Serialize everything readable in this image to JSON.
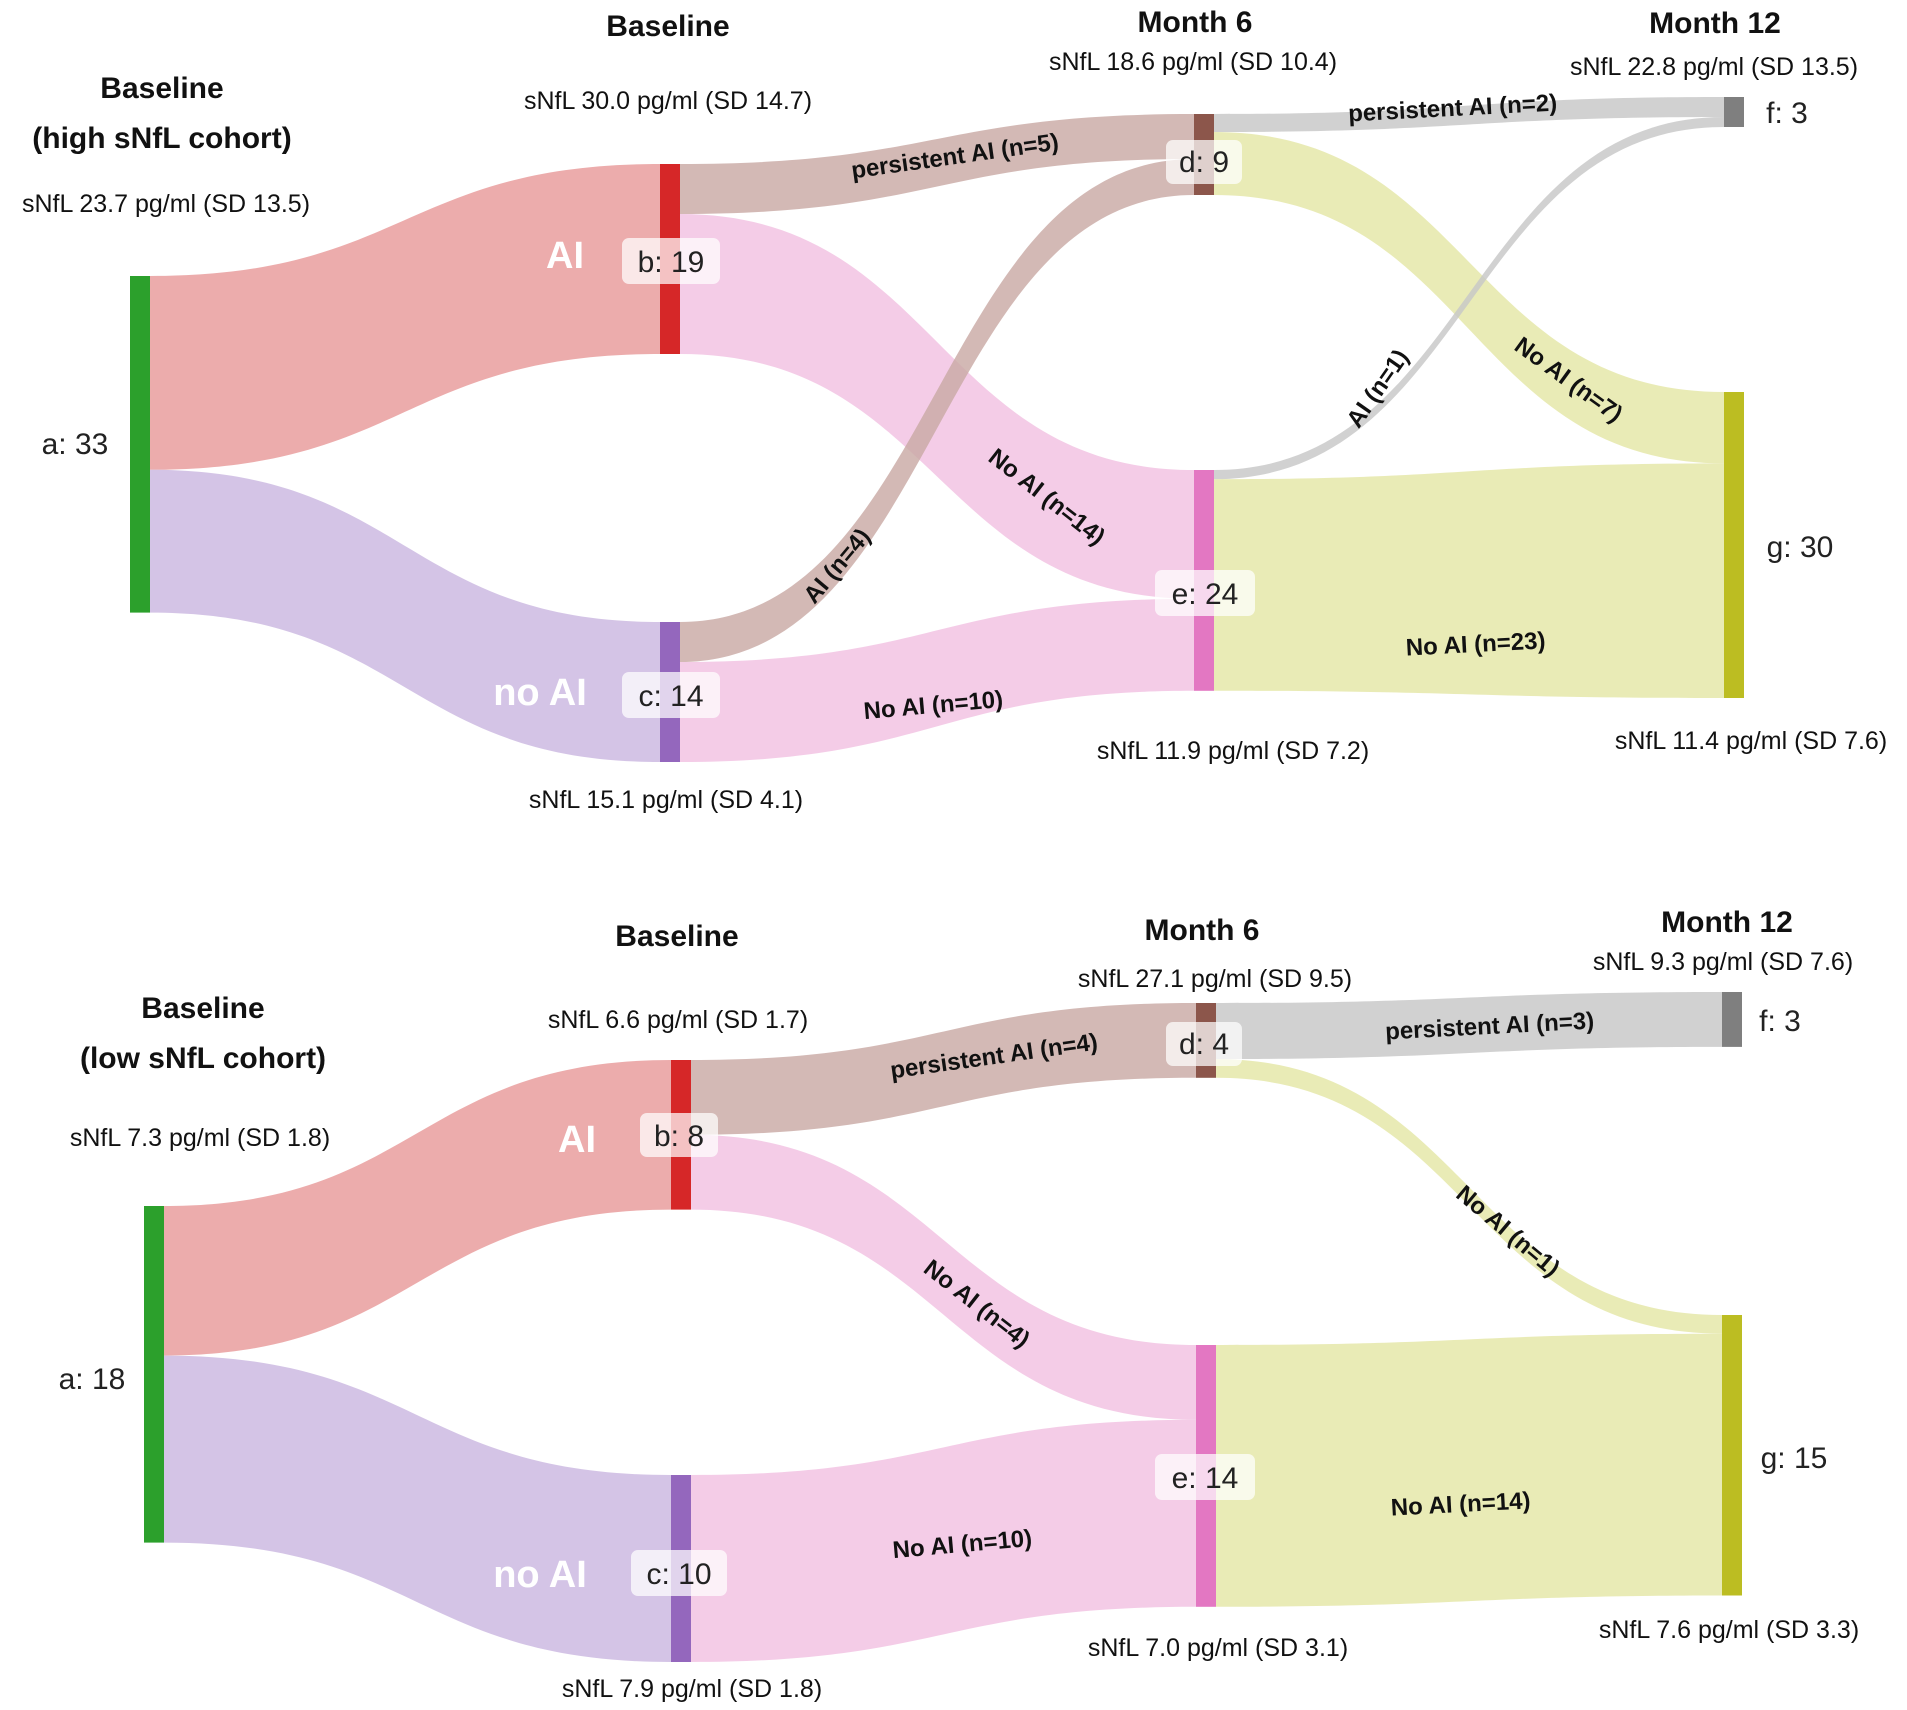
{
  "diagrams": [
    {
      "cohort_heading": [
        "Baseline",
        "(high sNfL cohort)"
      ],
      "cohort_stat": "sNfL 23.7 pg/ml (SD 13.5)",
      "stages": {
        "baseline": {
          "title": "Baseline",
          "stat_ai": "sNfL 30.0 pg/ml (SD 14.7)",
          "stat_noai": "sNfL 15.1 pg/ml (SD 4.1)"
        },
        "month6": {
          "title": "Month 6",
          "stat_ai": "sNfL 18.6 pg/ml (SD 10.4)",
          "stat_noai": "sNfL 11.9 pg/ml (SD 7.2)"
        },
        "month12": {
          "title": "Month 12",
          "stat_ai": "sNfL 22.8 pg/ml (SD 13.5)",
          "stat_noai": "sNfL 11.4 pg/ml (SD 7.6)"
        }
      },
      "nodes": {
        "a": "a: 33",
        "b": "b: 19",
        "c": "c: 14",
        "d": "d: 9",
        "e": "e: 24",
        "f": "f: 3",
        "g": "g: 30"
      },
      "node_values": {
        "a": 33,
        "b": 19,
        "c": 14,
        "d": 9,
        "e": 24,
        "f": 3,
        "g": 30
      },
      "group_labels": {
        "ai": "AI",
        "noai": "no AI"
      },
      "flows": [
        {
          "from": "a",
          "to": "b",
          "value": 19,
          "label": ""
        },
        {
          "from": "a",
          "to": "c",
          "value": 14,
          "label": ""
        },
        {
          "from": "b",
          "to": "d",
          "value": 5,
          "label": "persistent AI (n=5)"
        },
        {
          "from": "b",
          "to": "e",
          "value": 14,
          "label": "No AI (n=14)"
        },
        {
          "from": "c",
          "to": "d",
          "value": 4,
          "label": "AI (n=4)"
        },
        {
          "from": "c",
          "to": "e",
          "value": 10,
          "label": "No AI (n=10)"
        },
        {
          "from": "d",
          "to": "f",
          "value": 2,
          "label": "persistent AI (n=2)"
        },
        {
          "from": "d",
          "to": "g",
          "value": 7,
          "label": "No AI (n=7)"
        },
        {
          "from": "e",
          "to": "f",
          "value": 1,
          "label": "AI (n=1)"
        },
        {
          "from": "e",
          "to": "g",
          "value": 23,
          "label": "No AI (n=23)"
        }
      ]
    },
    {
      "cohort_heading": [
        "Baseline",
        "(low sNfL cohort)"
      ],
      "cohort_stat": "sNfL 7.3 pg/ml (SD 1.8)",
      "stages": {
        "baseline": {
          "title": "Baseline",
          "stat_ai": "sNfL 6.6 pg/ml (SD 1.7)",
          "stat_noai": "sNfL 7.9 pg/ml (SD 1.8)"
        },
        "month6": {
          "title": "Month 6",
          "stat_ai": "sNfL 27.1 pg/ml (SD 9.5)",
          "stat_noai": "sNfL 7.0 pg/ml (SD 3.1)"
        },
        "month12": {
          "title": "Month 12",
          "stat_ai": "sNfL 9.3 pg/ml (SD 7.6)",
          "stat_noai": "sNfL 7.6 pg/ml (SD 3.3)"
        }
      },
      "nodes": {
        "a": "a: 18",
        "b": "b: 8",
        "c": "c: 10",
        "d": "d: 4",
        "e": "e: 14",
        "f": "f: 3",
        "g": "g: 15"
      },
      "node_values": {
        "a": 18,
        "b": 8,
        "c": 10,
        "d": 4,
        "e": 14,
        "f": 3,
        "g": 15
      },
      "group_labels": {
        "ai": "AI",
        "noai": "no AI"
      },
      "flows": [
        {
          "from": "a",
          "to": "b",
          "value": 8,
          "label": ""
        },
        {
          "from": "a",
          "to": "c",
          "value": 10,
          "label": ""
        },
        {
          "from": "b",
          "to": "d",
          "value": 4,
          "label": "persistent AI (n=4)"
        },
        {
          "from": "b",
          "to": "e",
          "value": 4,
          "label": "No AI (n=4)"
        },
        {
          "from": "c",
          "to": "e",
          "value": 10,
          "label": "No AI (n=10)"
        },
        {
          "from": "d",
          "to": "f",
          "value": 3,
          "label": "persistent AI (n=3)"
        },
        {
          "from": "d",
          "to": "g",
          "value": 1,
          "label": "No AI (n=1)"
        },
        {
          "from": "e",
          "to": "g",
          "value": 14,
          "label": "No AI (n=14)"
        }
      ]
    }
  ],
  "colors": {
    "a": "#2ca02c",
    "b": "#d62728",
    "c": "#9467bd",
    "d": "#8c564b",
    "e": "#e377c2",
    "f": "#7f7f7f",
    "g": "#bcbd22",
    "flow_a_b": "#e89a9a",
    "flow_a_c": "#cbb7e0",
    "flow_ai6": "#c9aaa5",
    "flow_noai6": "#f2c1e2",
    "flow_ai12": "#c7c7c7",
    "flow_noai12": "#e4e6a6"
  }
}
